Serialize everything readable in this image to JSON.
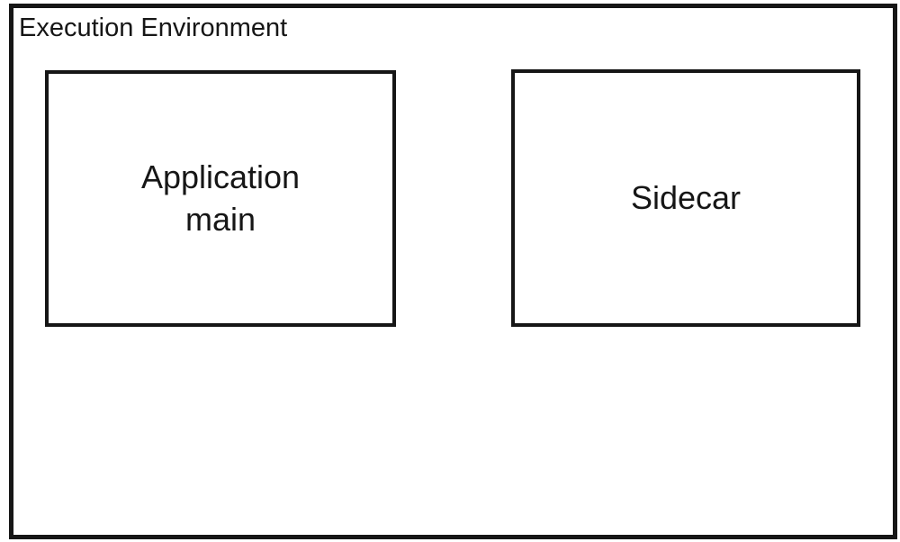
{
  "diagram": {
    "title": "Execution Environment",
    "nodes": [
      {
        "id": "application-main",
        "label": "Application\nmain"
      },
      {
        "id": "sidecar",
        "label": "Sidecar"
      }
    ]
  },
  "colors": {
    "border": "#161616",
    "text": "#161616",
    "background": "#ffffff"
  }
}
